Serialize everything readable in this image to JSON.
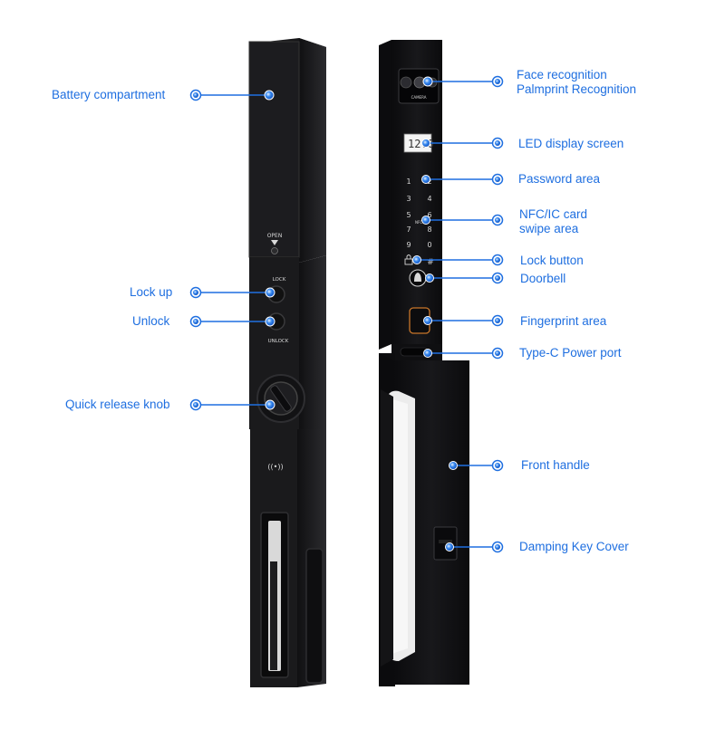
{
  "accent_color": "#1f6fe0",
  "left_device": {
    "open_label": "OPEN",
    "lock_label": "LOCK",
    "unlock_label": "UNLOCK",
    "nfc_symbol": "((•))"
  },
  "right_device": {
    "camera_label": "CAMERA",
    "clock_text": "12:0",
    "keypad": [
      "1",
      "2",
      "3",
      "4",
      "5",
      "6",
      "7",
      "8",
      "9",
      "0",
      "#"
    ],
    "nfc_label": "NFC"
  },
  "callouts": {
    "battery_compartment": "Battery compartment",
    "lock_up": "Lock up",
    "unlock": "Unlock",
    "quick_release_knob": "Quick release knob",
    "face_recognition": "Face recognition",
    "palmprint_recognition": "Palmprint Recognition",
    "led_display_screen": "LED display screen",
    "password_area": "Password area",
    "nfc_card_line1": "NFC/IC card",
    "nfc_card_line2": "swipe area",
    "lock_button": "Lock button",
    "doorbell": "Doorbell",
    "fingerprint_area": "Fingerprint area",
    "type_c_power_port": "Type-C Power port",
    "front_handle": "Front handle",
    "damping_key_cover": "Damping Key Cover"
  }
}
